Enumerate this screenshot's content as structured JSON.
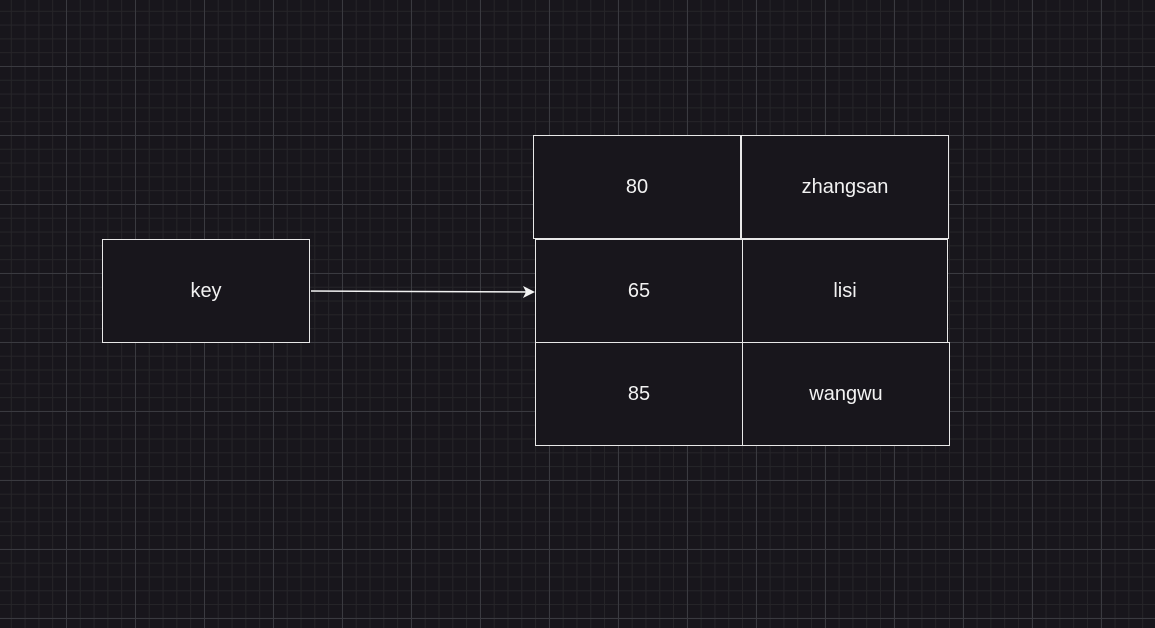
{
  "diagram": {
    "key_node": {
      "label": "key"
    },
    "table": {
      "rows": [
        {
          "score": "80",
          "name": "zhangsan"
        },
        {
          "score": "65",
          "name": "lisi"
        },
        {
          "score": "85",
          "name": "wangwu"
        }
      ]
    },
    "colors": {
      "background": "#18161c",
      "grid_major": "#3a3a40",
      "grid_minor": "#262529",
      "stroke": "#e8e8e8",
      "text": "#f2f2f2"
    }
  }
}
